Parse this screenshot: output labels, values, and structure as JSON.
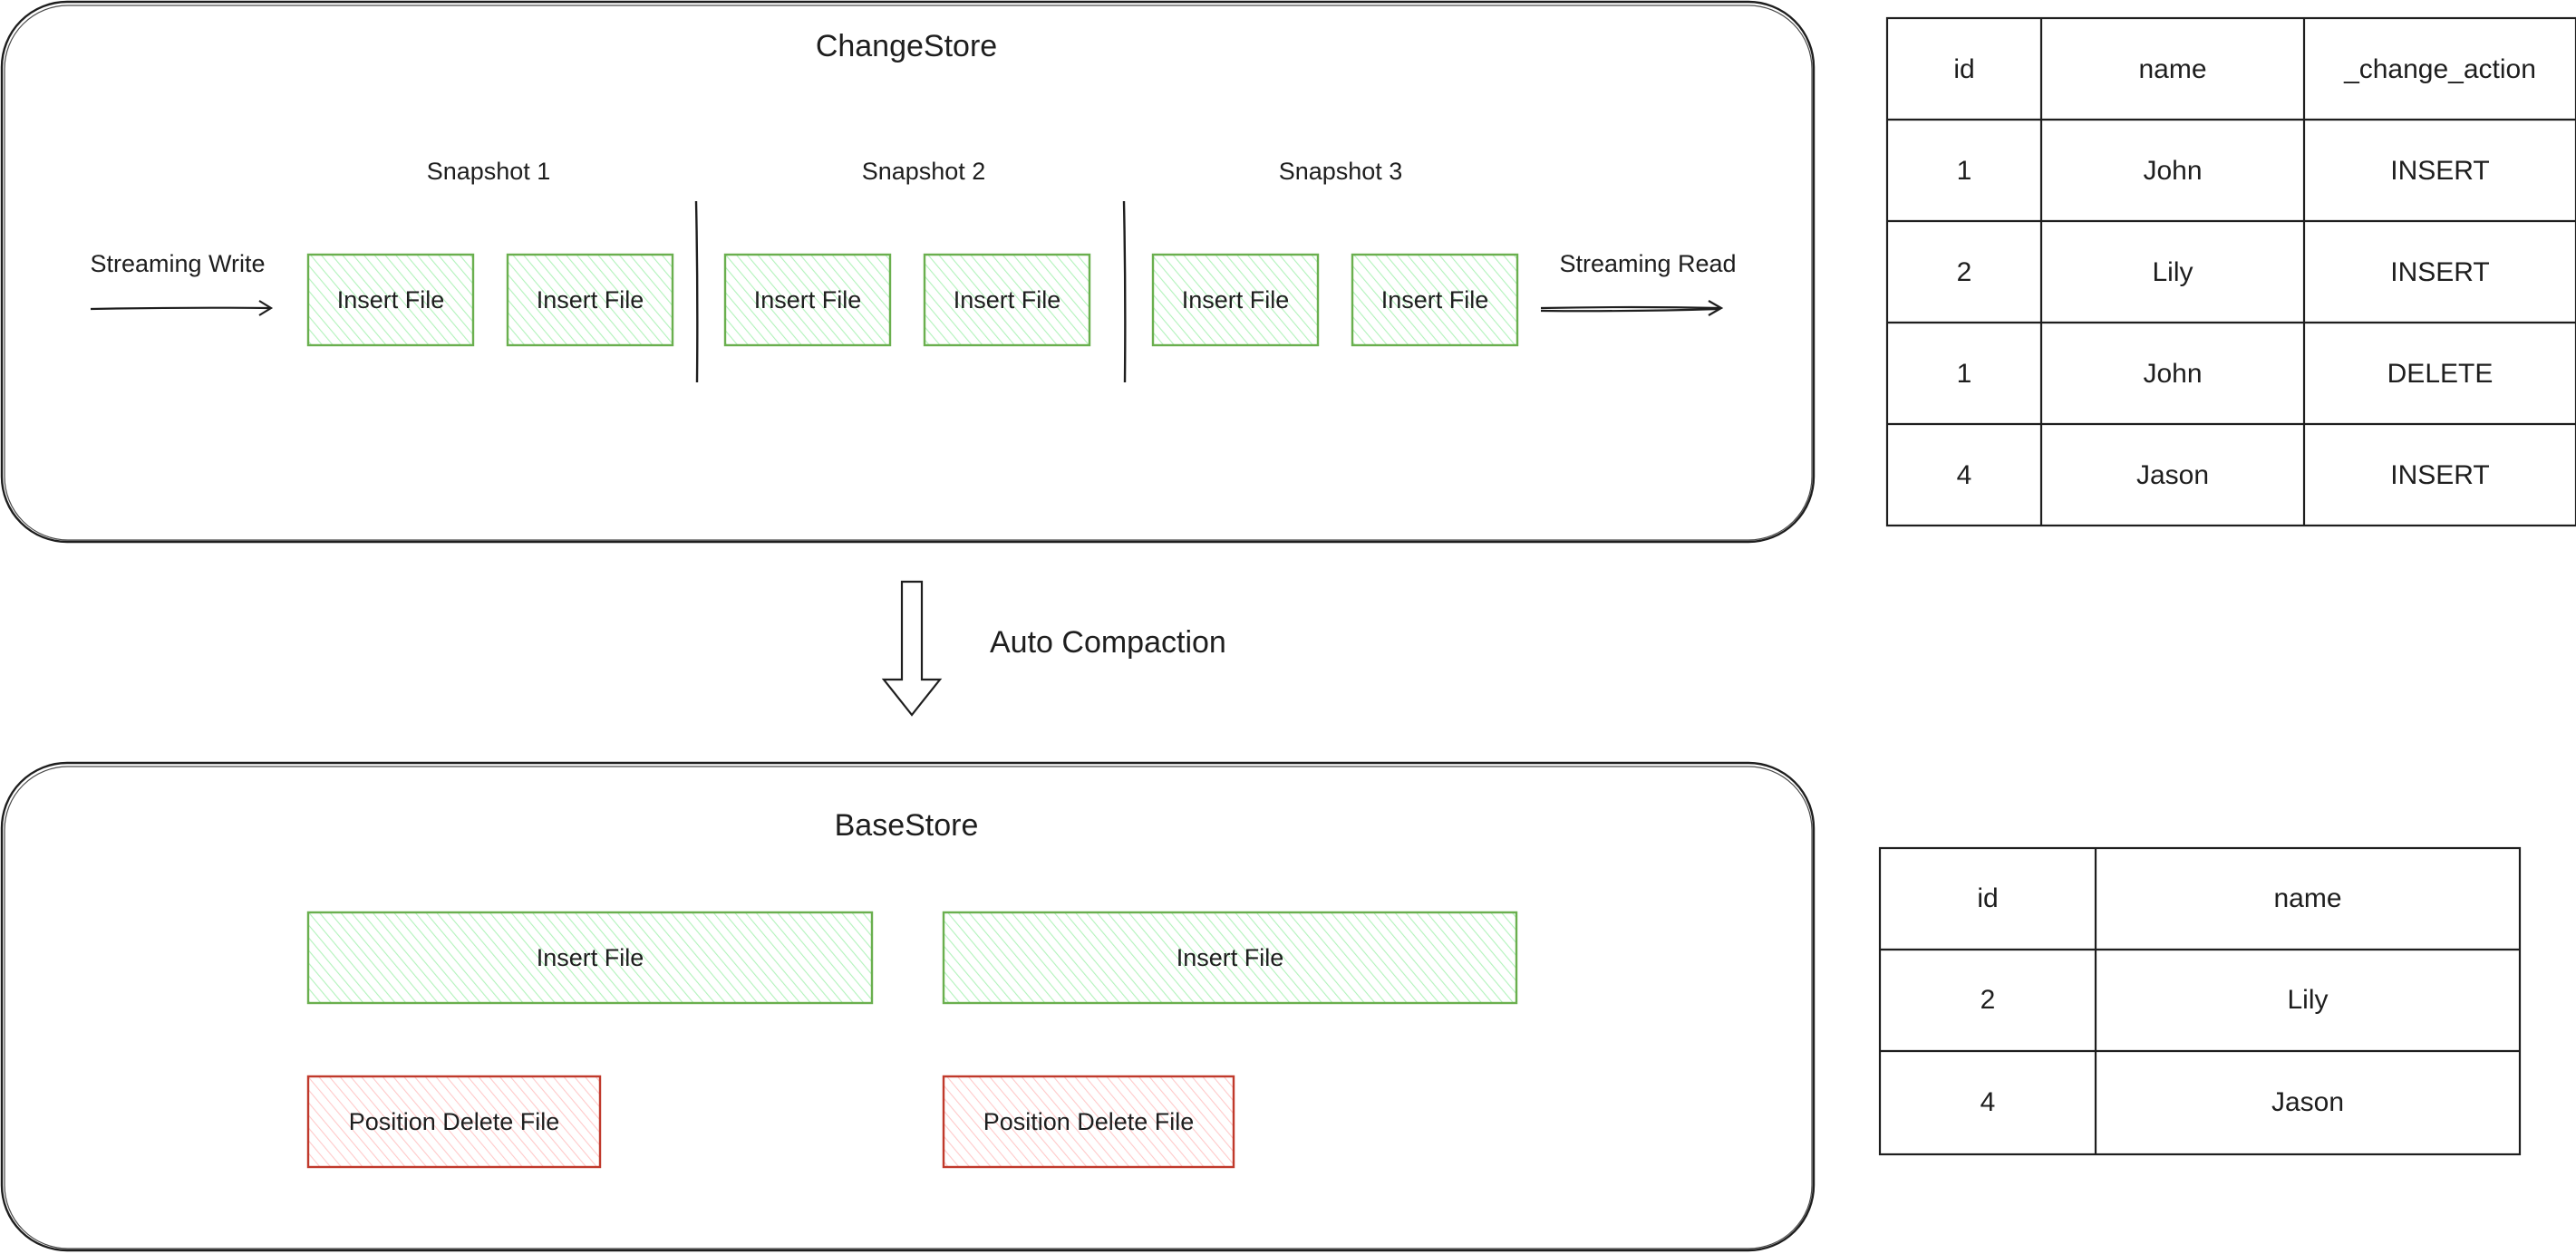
{
  "change_store": {
    "title": "ChangeStore",
    "streaming_write": "Streaming Write",
    "streaming_read": "Streaming Read",
    "snapshots": [
      {
        "label": "Snapshot 1",
        "files": [
          "Insert File",
          "Insert File"
        ]
      },
      {
        "label": "Snapshot 2",
        "files": [
          "Insert File",
          "Insert File"
        ]
      },
      {
        "label": "Snapshot 3",
        "files": [
          "Insert File",
          "Insert File"
        ]
      }
    ]
  },
  "compaction": {
    "label": "Auto Compaction"
  },
  "base_store": {
    "title": "BaseStore",
    "insert_files": [
      "Insert File",
      "Insert File"
    ],
    "delete_files": [
      "Position Delete File",
      "Position Delete File"
    ]
  },
  "change_table": {
    "headers": [
      "id",
      "name",
      "_change_action"
    ],
    "rows": [
      [
        "1",
        "John",
        "INSERT"
      ],
      [
        "2",
        "Lily",
        "INSERT"
      ],
      [
        "1",
        "John",
        "DELETE"
      ],
      [
        "4",
        "Jason",
        "INSERT"
      ]
    ]
  },
  "base_table": {
    "headers": [
      "id",
      "name"
    ],
    "rows": [
      [
        "2",
        "Lily"
      ],
      [
        "4",
        "Jason"
      ]
    ]
  },
  "colors": {
    "stroke": "#1e1e1e",
    "insert_stroke": "#6aaf4e",
    "insert_hatch": "#b2f2bb",
    "delete_stroke": "#c0392b",
    "delete_hatch": "#ffc9c9"
  }
}
